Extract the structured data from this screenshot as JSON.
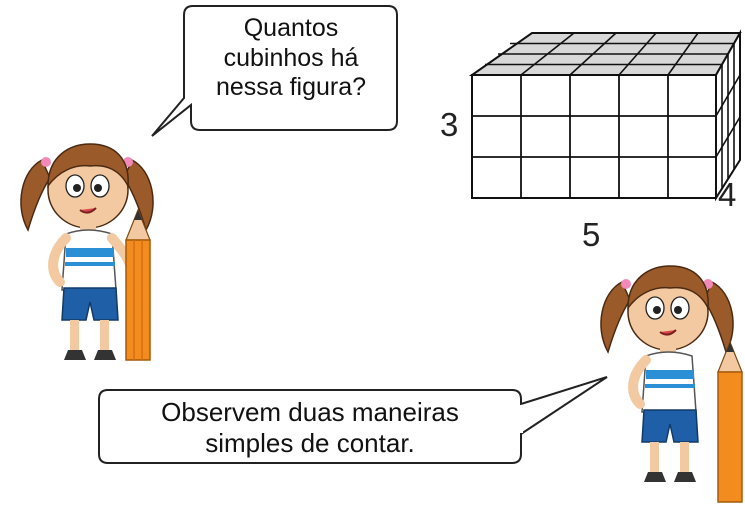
{
  "speech_top": {
    "lines": [
      "Quantos",
      "cubinhos há",
      "nessa figura?"
    ]
  },
  "speech_bottom": {
    "lines": [
      "Observem duas maneiras",
      "simples de contar."
    ]
  },
  "figure": {
    "height_label": "3",
    "depth_label": "4",
    "width_label": "5"
  },
  "colors": {
    "hair": "#9b5a2a",
    "skin": "#f3c9a1",
    "shirt": "#ffffff",
    "stripe": "#2b8fd6",
    "shorts": "#1f5fa8",
    "pencil": "#f28c1f",
    "cube_top": "#d8d8d8"
  }
}
